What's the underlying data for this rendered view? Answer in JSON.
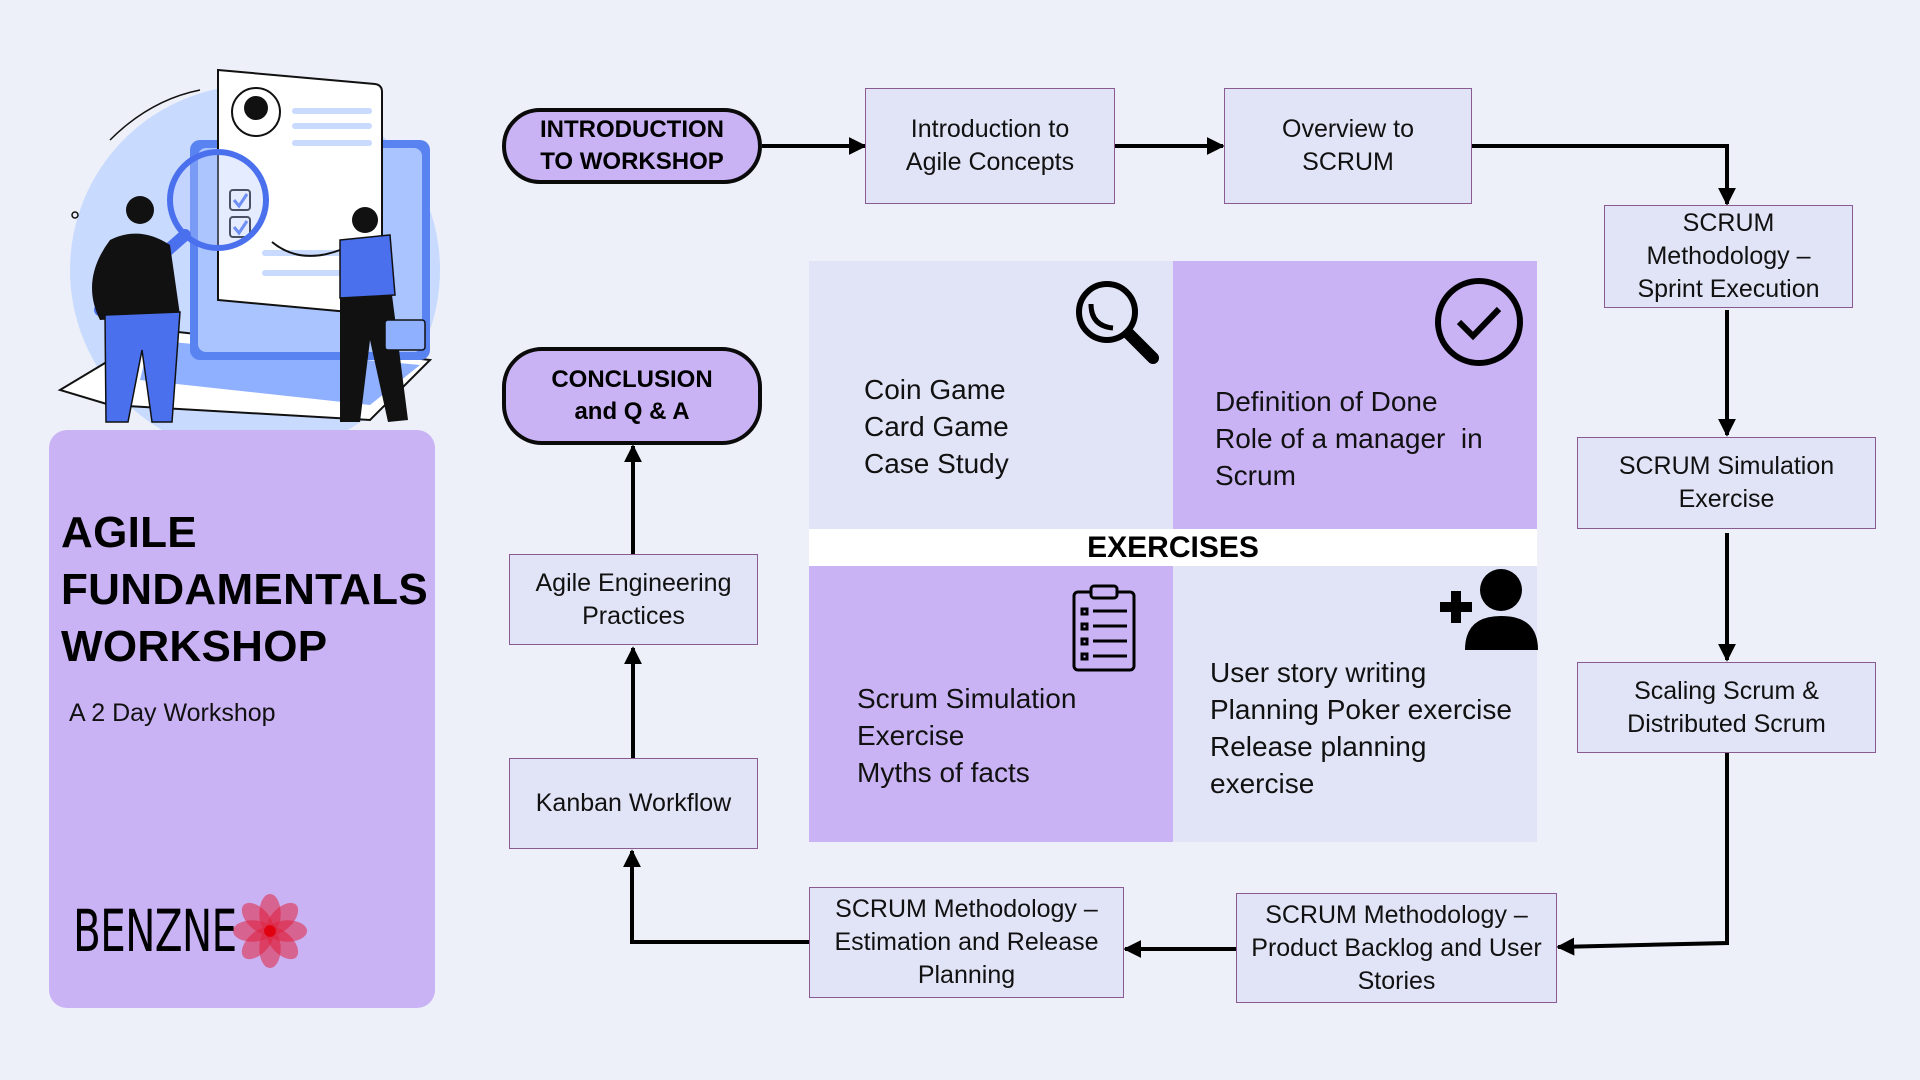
{
  "hero": {
    "title_lines": [
      "AGILE",
      "FUNDAMENTALS",
      "WORKSHOP"
    ],
    "subtitle": "A 2 Day Workshop",
    "logo_text": "BENZNE",
    "illustration": "people-inspecting-document-with-magnifier"
  },
  "flow": {
    "start": {
      "line1": "INTRODUCTION",
      "line2": "TO WORKSHOP"
    },
    "end": {
      "line1": "CONCLUSION",
      "line2": "and Q & A"
    },
    "steps": [
      {
        "id": "agile-concepts",
        "line1": "Introduction to",
        "line2": "Agile Concepts"
      },
      {
        "id": "overview-scrum",
        "line1": "Overview to",
        "line2": "SCRUM"
      },
      {
        "id": "sprint-execution",
        "line1": "SCRUM",
        "line2": "Methodology –",
        "line3": "Sprint Execution"
      },
      {
        "id": "scrum-simulation",
        "line1": "SCRUM Simulation",
        "line2": "Exercise"
      },
      {
        "id": "scaling-scrum",
        "line1": "Scaling Scrum &",
        "line2": "Distributed Scrum"
      },
      {
        "id": "product-backlog",
        "line1": "SCRUM Methodology –",
        "line2": "Product Backlog and User",
        "line3": "Stories"
      },
      {
        "id": "estimation-release",
        "line1": "SCRUM Methodology –",
        "line2": "Estimation and Release",
        "line3": "Planning"
      },
      {
        "id": "kanban",
        "line1": "Kanban Workflow"
      },
      {
        "id": "agile-engineering",
        "line1": "Agile Engineering",
        "line2": "Practices"
      }
    ]
  },
  "exercises": {
    "heading": "EXERCISES",
    "cells": [
      {
        "icon": "magnifier-icon",
        "lines": [
          "Coin Game",
          "Card Game",
          "Case Study"
        ]
      },
      {
        "icon": "check-circle-icon",
        "lines": [
          "Definition of Done",
          "Role of a manager  in",
          "Scrum"
        ]
      },
      {
        "icon": "clipboard-list-icon",
        "lines": [
          "Scrum Simulation",
          "Exercise",
          "Myths of facts"
        ]
      },
      {
        "icon": "add-user-icon",
        "lines": [
          "User story writing",
          "Planning Poker exercise",
          "Release planning",
          "exercise"
        ]
      }
    ]
  },
  "colors": {
    "background": "#edf0f9",
    "accent_purple": "#cab3f5",
    "box_fill": "#e1e4f6",
    "box_border": "#8a5a92",
    "logo_red": "#e0213d"
  }
}
